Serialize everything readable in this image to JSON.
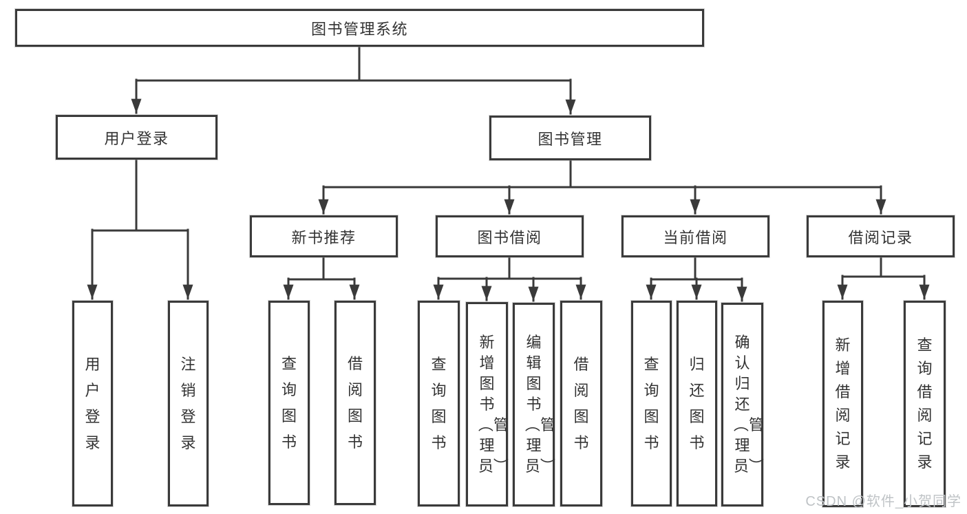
{
  "diagram": {
    "root": {
      "label": "图书管理系统"
    },
    "login_branch": {
      "label": "用户登录",
      "children": [
        {
          "label": "用户登录"
        },
        {
          "label": "注销登录"
        }
      ]
    },
    "mgmt_branch": {
      "label": "图书管理",
      "groups": [
        {
          "label": "新书推荐",
          "children": [
            {
              "label": "查询图书"
            },
            {
              "label": "借阅图书"
            }
          ]
        },
        {
          "label": "图书借阅",
          "children": [
            {
              "label": "查询图书"
            },
            {
              "label": "新增图书︵管理员︶"
            },
            {
              "label": "编辑图书︵管理员︶"
            },
            {
              "label": "借阅图书"
            }
          ]
        },
        {
          "label": "当前借阅",
          "children": [
            {
              "label": "查询图书"
            },
            {
              "label": "归还图书"
            },
            {
              "label": "确认归还︵管理员︶"
            }
          ]
        },
        {
          "label": "借阅记录",
          "children": [
            {
              "label": "新增借阅记录"
            },
            {
              "label": "查询借阅记录"
            }
          ]
        }
      ]
    }
  },
  "watermark": {
    "text": "CSDN @软件_小贺同学"
  },
  "colors": {
    "line": "#3a3a3a",
    "node_text": "#333333",
    "background": "#ffffff",
    "watermark": "#bfc3c6"
  }
}
